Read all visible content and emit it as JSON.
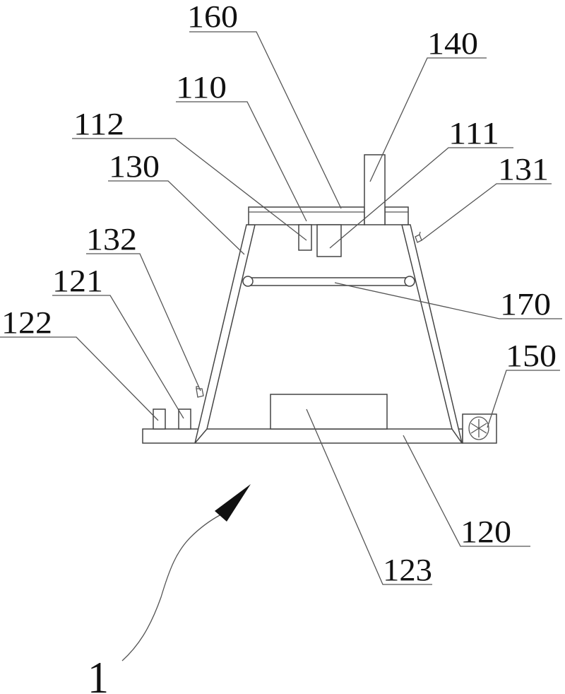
{
  "figure": {
    "assembly_label": "1",
    "labels": {
      "l160": "160",
      "l140": "140",
      "l110": "110",
      "l112": "112",
      "l111": "111",
      "l131": "131",
      "l130": "130",
      "l132": "132",
      "l121": "121",
      "l122": "122",
      "l170": "170",
      "l150": "150",
      "l120": "120",
      "l123": "123"
    }
  }
}
